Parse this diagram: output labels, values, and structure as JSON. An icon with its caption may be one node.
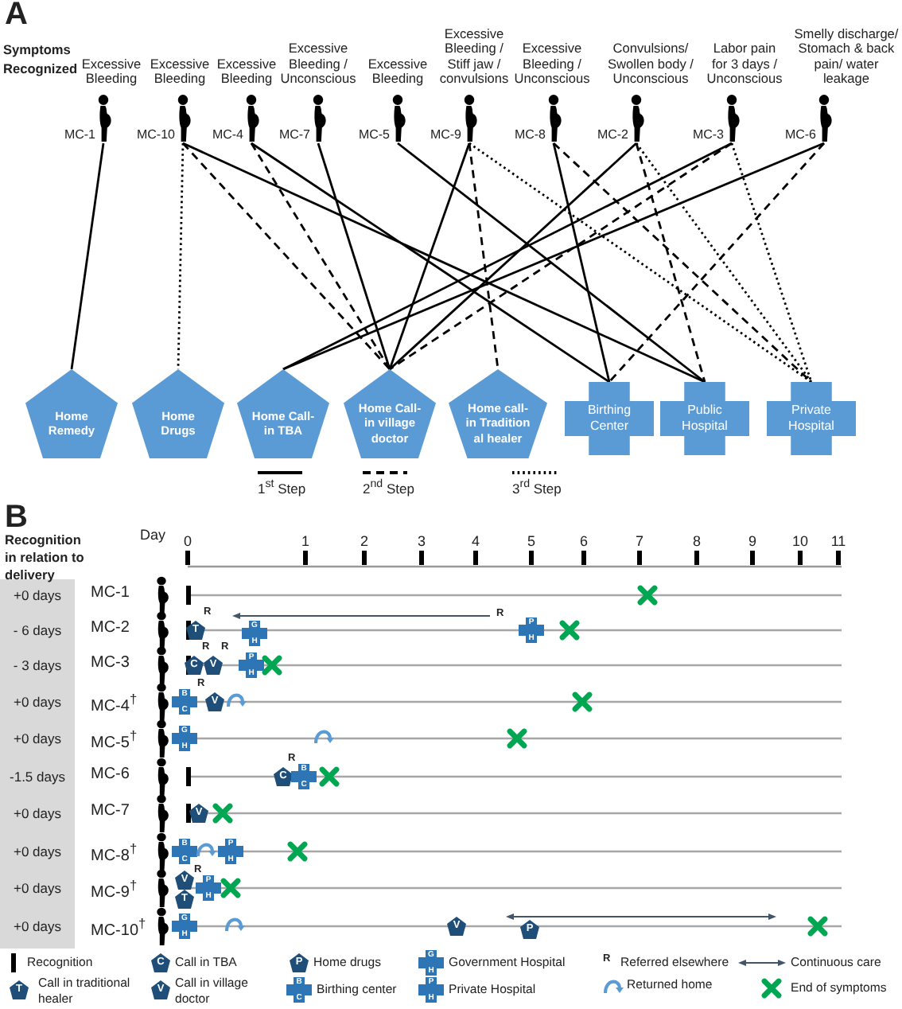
{
  "diagram": {
    "nodes": [
      {
        "text": [
          "MC-1"
        ],
        "beside": [
          "Excessive Bleeding"
        ]
      },
      {
        "text": [
          "MC-10"
        ],
        "beside": [
          "Excessive Bleeding"
        ]
      },
      {
        "text": [
          "MC-4"
        ],
        "beside": [
          "Excessive Bleeding"
        ]
      },
      {
        "text": [
          "MC-7"
        ],
        "beside": [
          "Excessive Bleeding / Unconscious"
        ]
      },
      {
        "text": [
          "MC-5"
        ],
        "beside": [
          "Excessive Bleeding"
        ]
      },
      {
        "text": [
          "MC-9"
        ],
        "beside": [
          "Excessive Bleeding / Stiff jaw / convulsions"
        ]
      },
      {
        "text": [
          "MC-8"
        ],
        "beside": [
          "Excessive Bleeding / Unconscious"
        ]
      },
      {
        "text": [
          "MC-2"
        ],
        "beside": [
          "Convulsions/ Swollen body / Unconscious"
        ]
      },
      {
        "text": [
          "MC-3"
        ],
        "beside": [
          "Labor pain for 3 days / Unconscious"
        ]
      },
      {
        "text": [
          "MC-6"
        ],
        "beside": [
          "Smelly discharge/ Stomach & back pain/ water leakage"
        ]
      },
      {
        "text": [
          "Home Remedy"
        ]
      },
      {
        "text": [
          "Home Drugs"
        ]
      },
      {
        "text": [
          "Home Call-in TBA"
        ]
      },
      {
        "text": [
          "Home Call-in village doctor"
        ]
      },
      {
        "text": [
          "Home call-in Tradition al healer"
        ]
      },
      {
        "text": [
          "Birthing Center"
        ]
      },
      {
        "text": [
          "Public Hospital"
        ]
      },
      {
        "text": [
          "Private Hospital"
        ]
      }
    ],
    "edges": [
      {
        "from": 0,
        "to": 10,
        "arrow": "none"
      },
      {
        "from": 1,
        "to": 11,
        "arrow": "none",
        "style": "dashed"
      },
      {
        "from": 1,
        "to": 13,
        "arrow": "none",
        "style": "dashed"
      },
      {
        "from": 1,
        "to": 16,
        "arrow": "none"
      },
      {
        "from": 2,
        "to": 15,
        "arrow": "none"
      },
      {
        "from": 2,
        "to": 13,
        "arrow": "none",
        "style": "dashed"
      },
      {
        "from": 3,
        "to": 13,
        "arrow": "none"
      },
      {
        "from": 4,
        "to": 16,
        "arrow": "none"
      },
      {
        "from": 5,
        "to": 13,
        "arrow": "none"
      },
      {
        "from": 5,
        "to": 14,
        "arrow": "none",
        "style": "dashed"
      },
      {
        "from": 5,
        "to": 17,
        "arrow": "none",
        "style": "dashed"
      },
      {
        "from": 6,
        "to": 15,
        "arrow": "none"
      },
      {
        "from": 6,
        "to": 17,
        "arrow": "none",
        "style": "dashed"
      },
      {
        "from": 7,
        "to": 13,
        "arrow": "none"
      },
      {
        "from": 7,
        "to": 16,
        "arrow": "none",
        "style": "dashed"
      },
      {
        "from": 7,
        "to": 17,
        "arrow": "none",
        "style": "dashed"
      },
      {
        "from": 8,
        "to": 12,
        "arrow": "none"
      },
      {
        "from": 8,
        "to": 13,
        "arrow": "none",
        "style": "dashed"
      },
      {
        "from": 8,
        "to": 17,
        "arrow": "none",
        "style": "dashed"
      },
      {
        "from": 9,
        "to": 12,
        "arrow": "none"
      },
      {
        "from": 9,
        "to": 15,
        "arrow": "none",
        "style": "dashed"
      }
    ],
    "labels": [
      "A",
      "Symptoms Recognized",
      "B",
      "Recognition in relation to delivery",
      "Day",
      "0",
      "1",
      "2",
      "3",
      "4",
      "5",
      "6",
      "7",
      "8",
      "9",
      "10",
      "11",
      "+0 days",
      "MC-1",
      "- 6 days",
      "MC-2",
      "T",
      "R",
      "G",
      "H",
      "R",
      "P",
      "H",
      "- 3 days",
      "MC-3",
      "C",
      "R",
      "V",
      "R",
      "P",
      "H",
      "+0 days",
      "MC-4$^{†}$",
      "B",
      "C",
      "R",
      "V",
      "+0 days",
      "MC-5$^{†}$",
      "G",
      "H",
      "-1.5 days",
      "MC-6",
      "C",
      "R",
      "B",
      "C",
      "+0 days",
      "MC-7",
      "V",
      "+0 days",
      "MC-8$^{†}$",
      "B",
      "C",
      "P",
      "H",
      "+0 days",
      "MC-9$^{†}$",
      "V",
      "R",
      "T",
      "P",
      "H",
      "+0 days",
      "MC-10$^{†}$",
      "G",
      "H",
      "V",
      "P",
      "C",
      "P",
      "G",
      "H",
      "R",
      "T",
      "V",
      "B",
      "C",
      "P",
      "H"
    ],
    "legend": [
      {
        "text": "1$^{st}$ Step"
      },
      {
        "text": "2$^{nd}$ Step"
      },
      {
        "text": "3$^{rd}$ Step"
      },
      {
        "text": "Recognition"
      },
      {
        "text": "Call in TBA"
      },
      {
        "text": "Home drugs"
      },
      {
        "text": "Government Hospital"
      },
      {
        "text": "Referred elsewhere"
      },
      {
        "text": "Continuous care"
      },
      {
        "text": "Call in traditional healer"
      },
      {
        "text": "Call in village doctor"
      },
      {
        "text": "Birthing center"
      },
      {
        "text": "Private Hospital"
      },
      {
        "text": "Returned home"
      },
      {
        "text": "End of symptoms"
      }
    ]
  }
}
